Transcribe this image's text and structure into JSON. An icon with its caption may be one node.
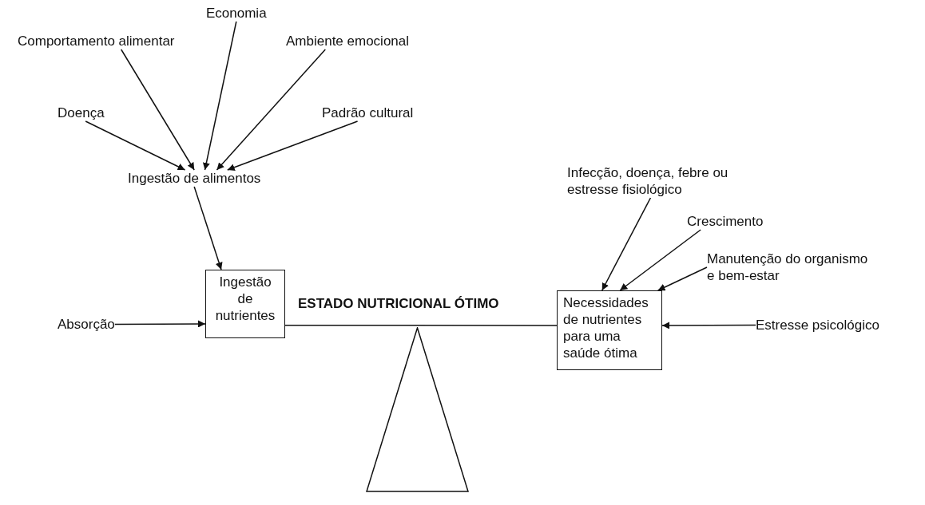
{
  "diagram": {
    "nodes": [
      {
        "text": [
          "Economia"
        ]
      },
      {
        "text": [
          "Comportamento alimentar"
        ]
      },
      {
        "text": [
          "Ambiente emocional"
        ]
      },
      {
        "text": [
          "Doença"
        ]
      },
      {
        "text": [
          "Padrão cultural"
        ]
      },
      {
        "text": [
          "Ingestão de alimentos"
        ]
      },
      {
        "text": [
          "Infecção, doença, febre ou estresse fisiológico"
        ]
      },
      {
        "text": [
          "Crescimento"
        ]
      },
      {
        "text": [
          "Manutenção do organismo e bem-estar"
        ]
      },
      {
        "text": [
          "Absorção"
        ]
      },
      {
        "text": [
          "Ingestão de nutrientes"
        ]
      },
      {
        "text": [
          "Necessidades de nutrientes para uma saúde ótima"
        ]
      },
      {
        "text": [
          "Estresse psicológico"
        ]
      },
      {
        "text": [],
        "shape": "triangle"
      }
    ],
    "edges": [
      {
        "from": 0,
        "to": 5,
        "arrow": "to"
      },
      {
        "from": 1,
        "to": 5,
        "arrow": "to"
      },
      {
        "from": 2,
        "to": 5,
        "arrow": "to"
      },
      {
        "from": 3,
        "to": 5,
        "arrow": "to"
      },
      {
        "from": 4,
        "to": 5,
        "arrow": "to"
      },
      {
        "from": 5,
        "to": 10,
        "arrow": "to"
      },
      {
        "from": 9,
        "to": 10,
        "arrow": "to"
      },
      {
        "from": 6,
        "to": 11,
        "arrow": "to"
      },
      {
        "from": 7,
        "to": 11,
        "arrow": "to"
      },
      {
        "from": 8,
        "to": 11,
        "arrow": "to"
      },
      {
        "from": 12,
        "to": 11,
        "arrow": "to"
      },
      {
        "from": 10,
        "to": 11,
        "arrow": "none"
      }
    ],
    "labels": [
      "ESTADO NUTRICIONAL ÓTIMO"
    ]
  }
}
